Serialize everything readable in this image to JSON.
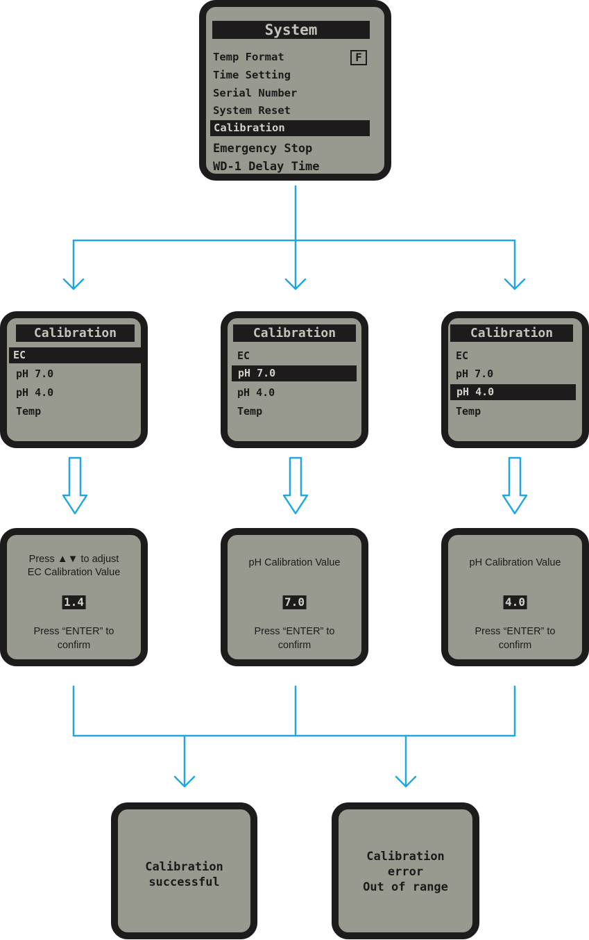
{
  "system_menu": {
    "title": "System",
    "items": [
      {
        "label": "Temp Format",
        "badge": "F"
      },
      {
        "label": "Time Setting"
      },
      {
        "label": "Serial Number"
      },
      {
        "label": "System Reset"
      },
      {
        "label": "Calibration"
      },
      {
        "label": "Emergency Stop"
      },
      {
        "label": "WD-1 Delay Time"
      }
    ]
  },
  "calibration_menu": {
    "title": "Calibration",
    "items": [
      "EC",
      "pH 7.0",
      "pH 4.0",
      "Temp"
    ]
  },
  "adjust_screens": {
    "ec": {
      "line1_prefix": "Press",
      "line1_symbols": "▲▼",
      "line1_suffix": "to adjust",
      "line2": "EC Calibration Value",
      "value": "1.4",
      "confirm_line1": "Press “ENTER” to",
      "confirm_line2": "confirm"
    },
    "ph7": {
      "heading": "pH Calibration Value",
      "value": "7.0",
      "confirm_line1": "Press “ENTER” to",
      "confirm_line2": "confirm"
    },
    "ph4": {
      "heading": "pH Calibration Value",
      "value": "4.0",
      "confirm_line1": "Press “ENTER” to",
      "confirm_line2": "confirm"
    }
  },
  "results": {
    "success_line1": "Calibration",
    "success_line2": "successful",
    "error_line1": "Calibration",
    "error_line2": "error",
    "error_line3": "Out of range"
  },
  "colors": {
    "connector": "#1ea7e1",
    "lcd_background": "#999a8f",
    "lcd_frame": "#1e1b1c"
  }
}
